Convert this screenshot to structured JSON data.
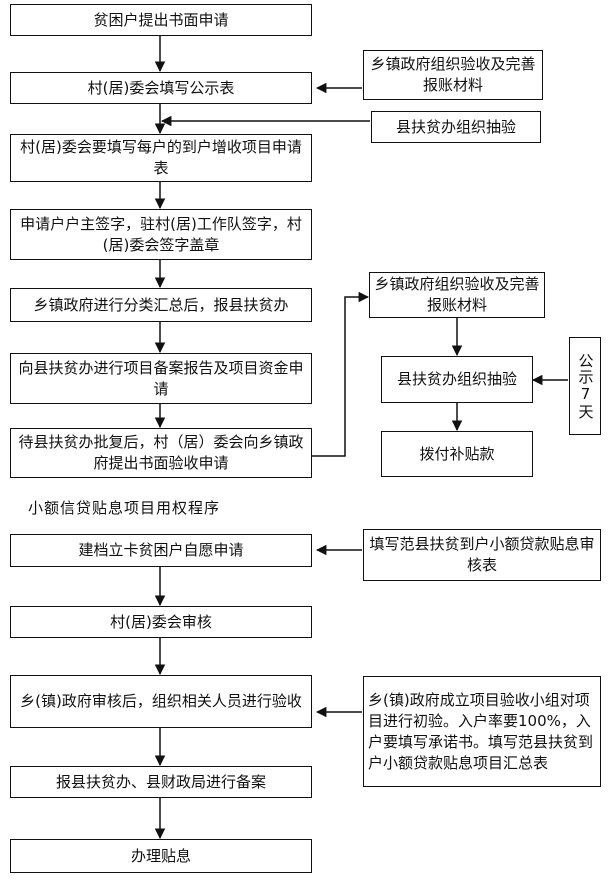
{
  "flow1": {
    "step1": "贫困户提出书面申请",
    "step2": "村(居)委会填写公示表",
    "step3": "村(居)委会要填写每户的到户增收项目申请表",
    "step4": "申请户户主签字，驻村(居)工作队签字，村(居)委会签字盖章",
    "step5": "乡镇政府进行分类汇总后，报县扶贫办",
    "step6": "向县扶贫办进行项目备案报告及项目资金申请",
    "step7": "待县扶贫办批复后，村（居）委会向乡镇政府提出书面验收申请",
    "side_acceptance": "乡镇政府组织验收及完善报账材料",
    "side_spotcheck": "县扶贫办组织抽验",
    "branch_acceptance": "乡镇政府组织验收及完善报账材料",
    "branch_spotcheck": "县扶贫办组织抽验",
    "branch_payment": "拨付补贴款",
    "publicity": "公示7天"
  },
  "section_title": "小额信贷贴息项目用权程序",
  "flow2": {
    "step1": "建档立卡贫困户自愿申请",
    "step2": "村(居)委会审核",
    "step3": "乡(镇)政府审核后，组织相关人员进行验收",
    "step4": "报县扶贫办、县财政局进行备案",
    "step5": "办理贴息",
    "side_form": "填写范县扶贫到户小额贷款贴息审核表",
    "side_initial_check": "乡(镇)政府成立项目验收小组对项目进行初验。入户率要100%，入户要填写承诺书。填写范县扶贫到户小额贷款贴息项目汇总表"
  }
}
